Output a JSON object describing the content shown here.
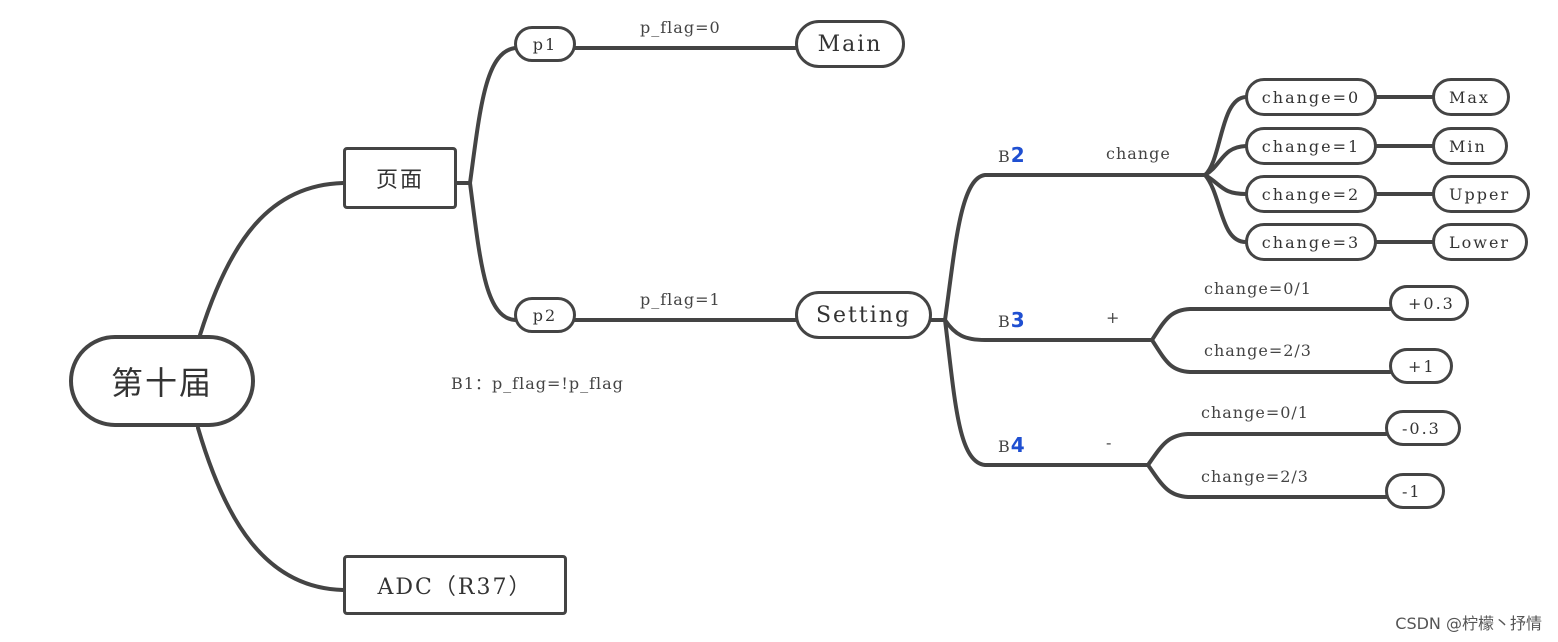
{
  "root": "第十届",
  "page": "页面",
  "adc": "ADC（R37）",
  "p1": "p1",
  "p2": "p2",
  "p1_edge": "p_flag=0",
  "p2_edge": "p_flag=1",
  "main": "Main",
  "setting": "Setting",
  "b1_note": "B1：p_flag=!p_flag",
  "b2": {
    "prefix": "B",
    "digit": "2",
    "action": "change"
  },
  "b3": {
    "prefix": "B",
    "digit": "3",
    "action": "+"
  },
  "b4": {
    "prefix": "B",
    "digit": "4",
    "action": "-"
  },
  "change_nodes": [
    {
      "label": "change=0",
      "value": "Max"
    },
    {
      "label": "change=1",
      "value": "Min"
    },
    {
      "label": "change=2",
      "value": "Upper"
    },
    {
      "label": "change=3",
      "value": "Lower"
    }
  ],
  "plus_branches": [
    {
      "label": "change=0/1",
      "value": "+0.3"
    },
    {
      "label": "change=2/3",
      "value": "+1"
    }
  ],
  "minus_branches": [
    {
      "label": "change=0/1",
      "value": "-0.3"
    },
    {
      "label": "change=2/3",
      "value": "-1"
    }
  ],
  "watermark": "CSDN @柠檬丶抒情"
}
